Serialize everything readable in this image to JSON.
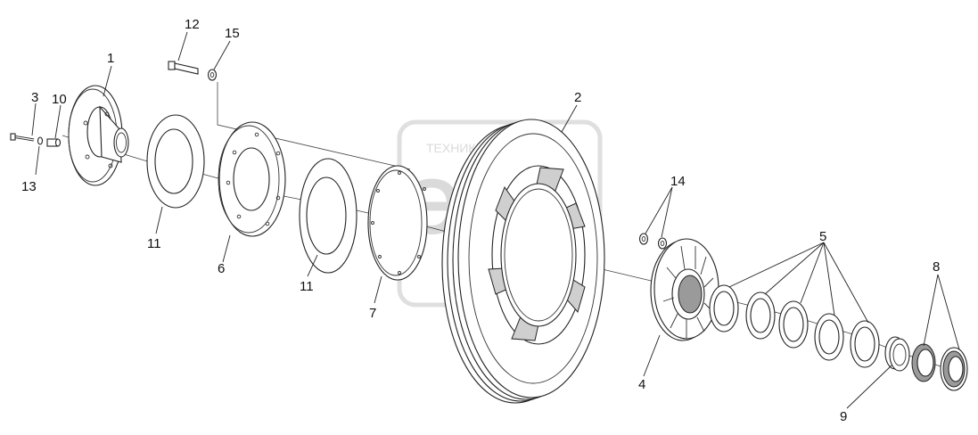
{
  "watermark": {
    "brand_text": "ТЕХНИКА",
    "logo_letters": "ЭЛС"
  },
  "callouts": {
    "c1": "1",
    "c2": "2",
    "c3": "3",
    "c4": "4",
    "c5": "5",
    "c6": "6",
    "c7": "7",
    "c8": "8",
    "c9": "9",
    "c10": "10",
    "c11a": "11",
    "c11b": "11",
    "c12": "12",
    "c13": "13",
    "c14": "14",
    "c15": "15"
  }
}
